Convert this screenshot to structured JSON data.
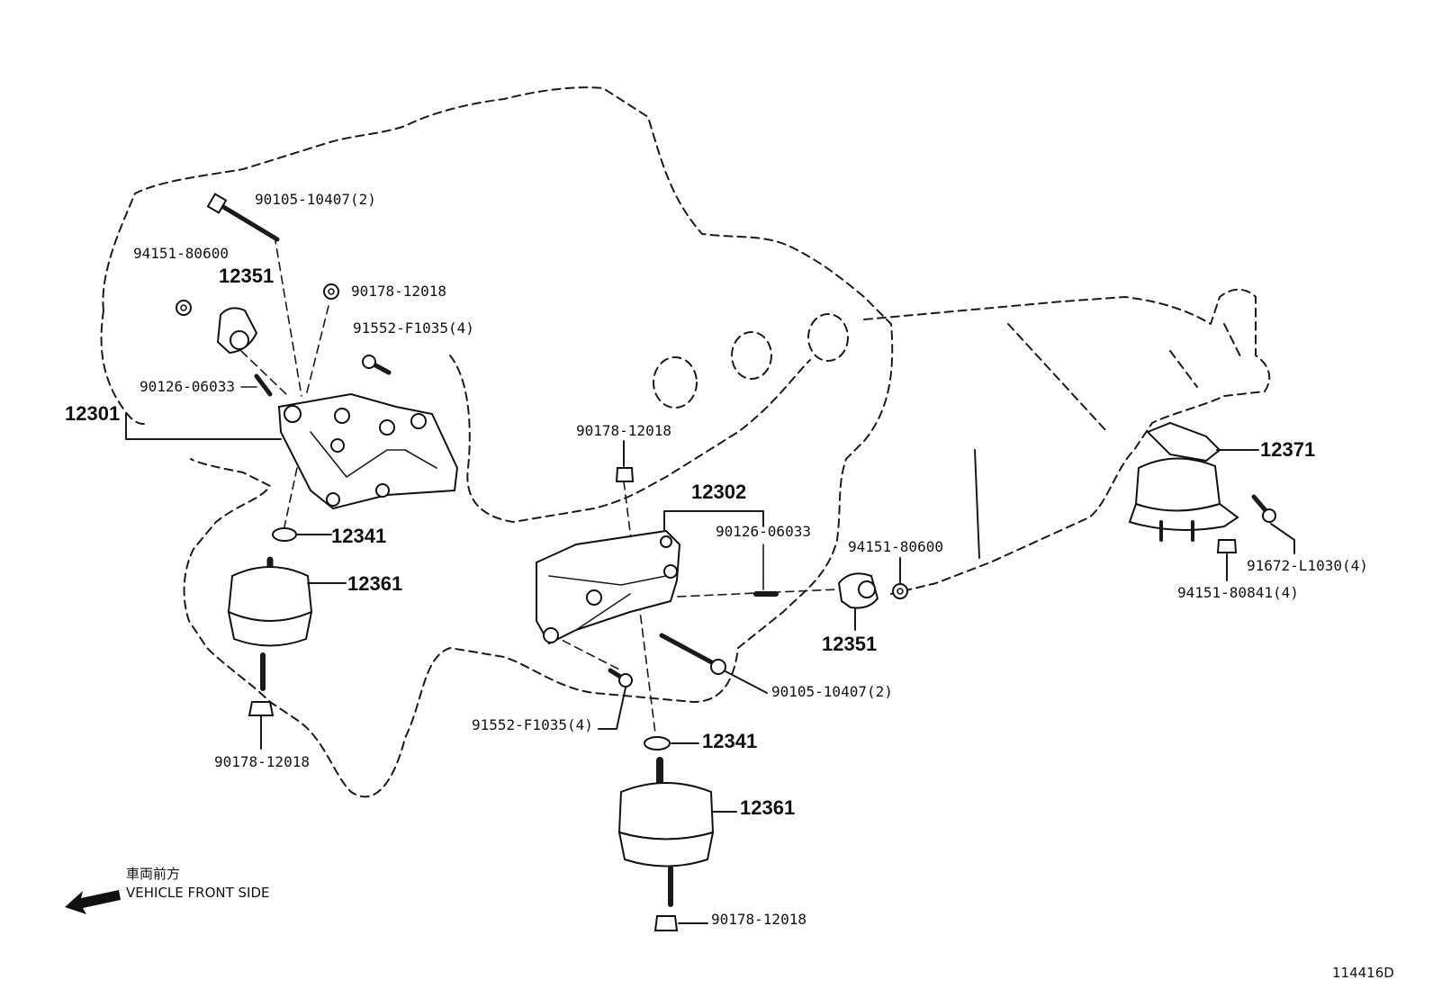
{
  "labels": {
    "bolt_left": "90105-10407(2)",
    "nut_left": "94151-80600",
    "ins_left": "12351",
    "nut_top_left": "90178-12018",
    "bolt_bracket_left": "91552-F1035(4)",
    "stud_left": "90126-06033",
    "bracket_left": "12301",
    "washer_left": "12341",
    "mount_left": "12361",
    "nut_bottom_left": "90178-12018",
    "nut_top_center": "90178-12018",
    "bracket_right": "12302",
    "stud_right": "90126-06033",
    "nut_center": "94151-80600",
    "ins_right": "12351",
    "bolt_right": "90105-10407(2)",
    "bolt_bracket_right": "91552-F1035(4)",
    "washer_right": "12341",
    "mount_right": "12361",
    "nut_bottom_right": "90178-12018",
    "trans_mount": "12371",
    "bolt_trans": "91672-L1030(4)",
    "nut_trans": "94151-80841(4)"
  },
  "direction": {
    "jp": "車両前方",
    "en": "VEHICLE FRONT SIDE"
  },
  "figure_id": "114416D"
}
